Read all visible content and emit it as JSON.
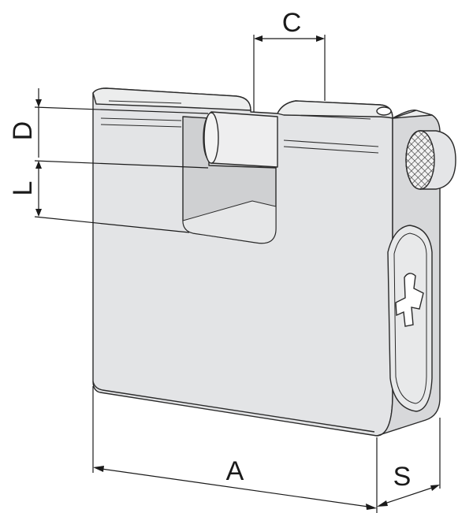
{
  "dimension_labels": {
    "A": "A",
    "S": "S",
    "C": "C",
    "D": "D",
    "L": "L"
  },
  "colors": {
    "body": "#e3e4e6",
    "body_shade": "#d2d3d5",
    "outline": "#2a2a2a",
    "dimension_line": "#1a1a1a"
  },
  "icons": [
    "padlock-drawing",
    "knurled-knob-icon",
    "keyhole-icon"
  ]
}
